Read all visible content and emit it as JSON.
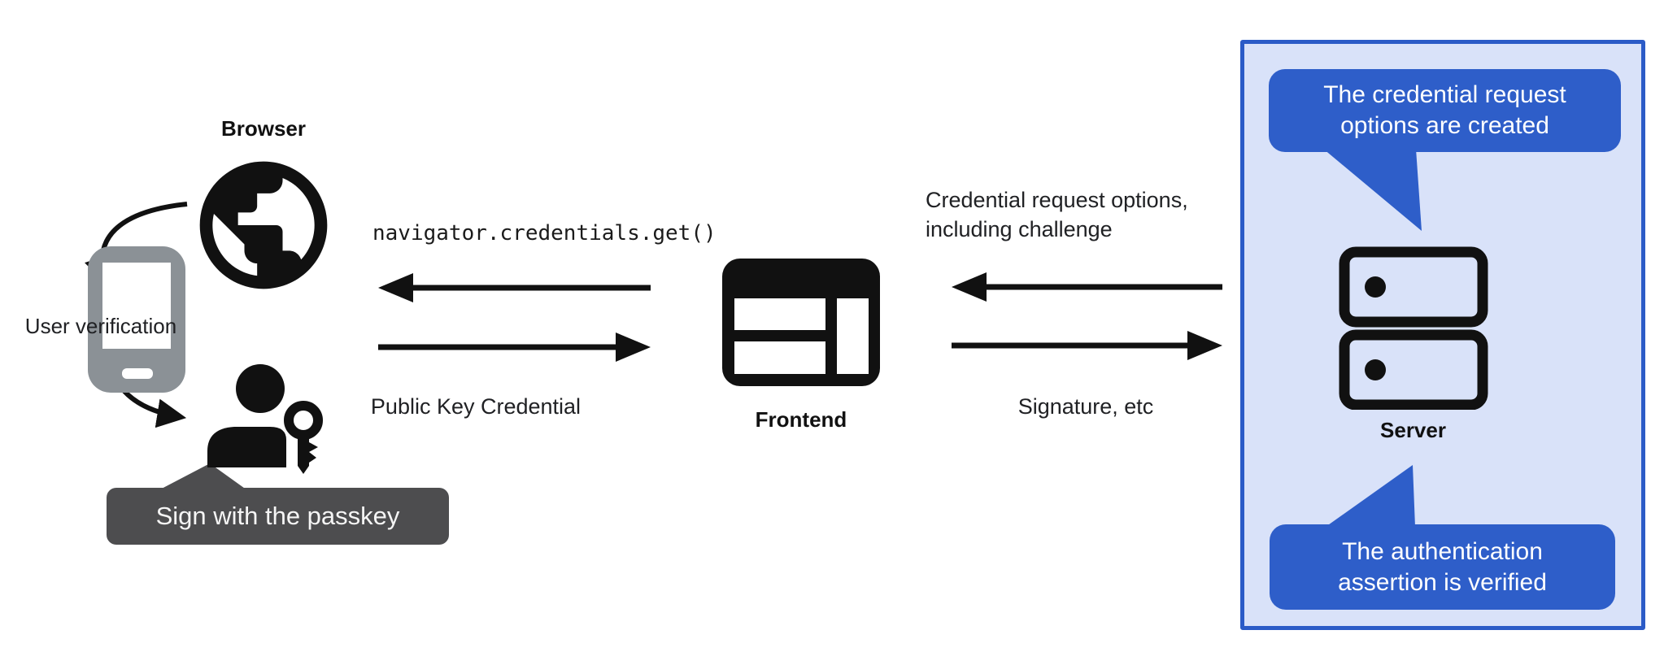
{
  "nodes": {
    "browser": {
      "label": "Browser"
    },
    "frontend": {
      "label": "Frontend"
    },
    "server": {
      "label": "Server"
    },
    "user_verification_label": "User verification",
    "passkey_tooltip": "Sign with the passkey"
  },
  "messages": {
    "get_call": "navigator.credentials.get()",
    "public_key_credential": "Public Key Credential",
    "credential_request_line1": "Credential request options,",
    "credential_request_line2": "including challenge",
    "signature": "Signature, etc"
  },
  "callouts": {
    "top": {
      "line1": "The credential request",
      "line2": "options are created"
    },
    "bottom": {
      "line1": "The authentication",
      "line2": "assertion is verified"
    }
  },
  "colors": {
    "bubble_blue": "#2e5ec9",
    "panel_fill": "#d9e2f9",
    "panel_border": "#2b5bc7",
    "tooltip_gray": "#4d4d4f",
    "phone_gray": "#8b9196",
    "ink": "#111111"
  }
}
